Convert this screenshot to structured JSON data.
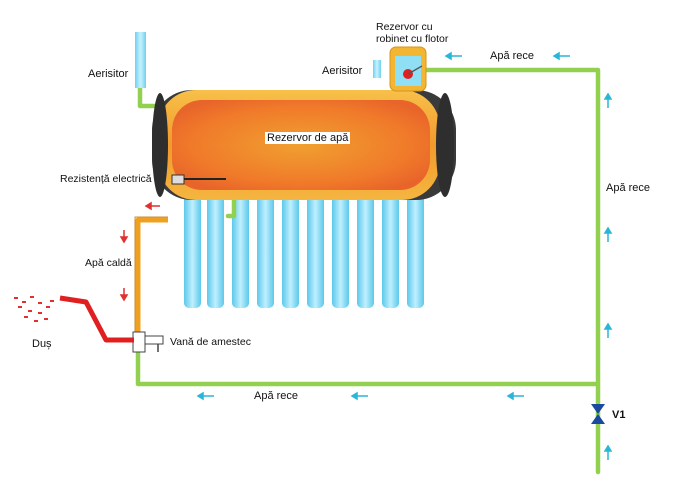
{
  "labels": {
    "aerator_left": "Aerisitor",
    "aerator_top": "Aerisitor",
    "float_tank": "Rezervor cu robinet cu flotor",
    "cold_water_top": "Apă rece",
    "cold_water_right": "Apă rece",
    "cold_water_bottom": "Apă rece",
    "water_tank": "Rezervor de apă",
    "heater": "Rezistență electrică",
    "hot_water": "Apă caldă",
    "shower": "Duș",
    "mixing_valve": "Vană de amestec",
    "valve": "V1"
  },
  "colors": {
    "cold_pipe": "#92d050",
    "hot_pipe": "#f0a020",
    "tank_body": "#f5a623",
    "tank_rim": "#f4c430",
    "tubes": "#7fd8f0",
    "arrow_cyan": "#29b6d8",
    "arrow_red": "#e03030",
    "shower_pipe": "#e02020",
    "valve": "#1a4aa0"
  }
}
